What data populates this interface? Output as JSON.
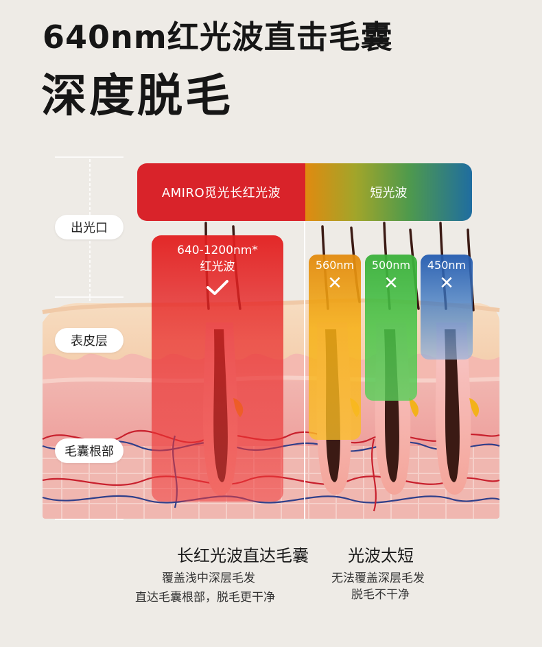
{
  "header": {
    "title_line1": "640nm红光波直击毛囊",
    "title_line2": "深度脱毛"
  },
  "banners": {
    "red": "AMIRO觅光长红光波",
    "short": "短光波"
  },
  "layers": {
    "outlet": "出光口",
    "epidermis": "表皮层",
    "follicle_root": "毛囊根部"
  },
  "red_light": {
    "range": "640-1200nm*",
    "name": "红光波",
    "status_icon": "check-icon",
    "color": "#d9232a"
  },
  "short_waves": [
    {
      "label": "560nm",
      "status_icon": "cross-icon",
      "color": "#e8a218"
    },
    {
      "label": "500nm",
      "status_icon": "cross-icon",
      "color": "#4cb24c"
    },
    {
      "label": "450nm",
      "status_icon": "cross-icon",
      "color": "#2a64b4"
    }
  ],
  "captions": {
    "red": {
      "heading": "长红光波直达毛囊",
      "line1": "覆盖浅中深层毛发",
      "line2": "直达毛囊根部，脱毛更干净"
    },
    "short": {
      "heading": "光波太短",
      "line1": "无法覆盖深层毛发",
      "line2": "脱毛不干净"
    }
  }
}
